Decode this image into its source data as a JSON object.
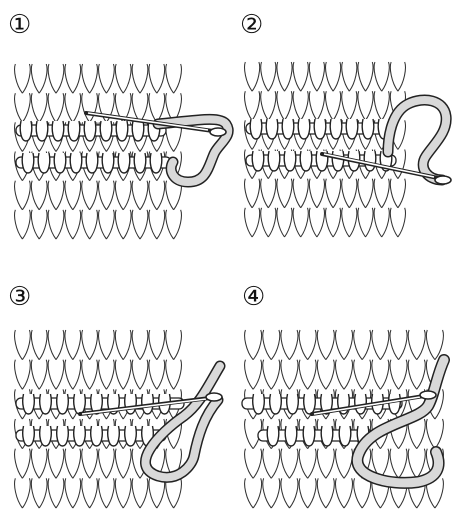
{
  "steps": [
    {
      "number": "①"
    },
    {
      "number": "②"
    },
    {
      "number": "③"
    },
    {
      "number": "④"
    }
  ]
}
